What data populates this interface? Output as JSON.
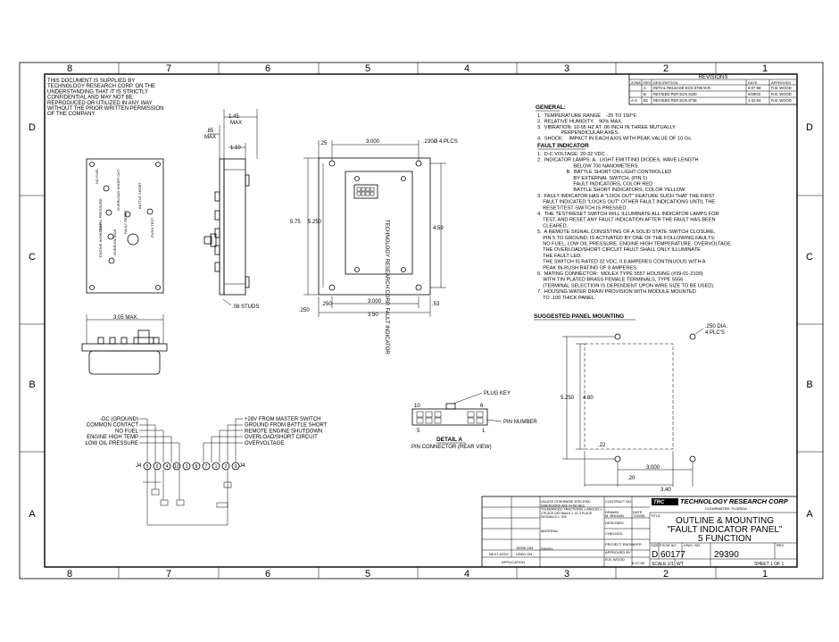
{
  "border": {
    "top_zones": [
      "8",
      "7",
      "6",
      "5",
      "4",
      "3",
      "2",
      "1"
    ],
    "side_zones": [
      "D",
      "C",
      "B",
      "A"
    ]
  },
  "disclaimer": "THIS DOCUMENT IS SUPPLIED BY TECHNOLOGY RESEARCH CORP. ON THE UNDERSTANDING THAT IT IS STRICTLY CONFIDENTIAL AND MAY NOT BE REPRODUCED OR UTILIZED IN ANY WAY WITHOUT THE PRIOR WRITTEN PERMISSION OF THE COMPANY.",
  "revisions": {
    "title": "REVISIONS",
    "headers": [
      "ZONE",
      "REV",
      "DESCRIPTION",
      "DATE",
      "APPROVED"
    ],
    "rows": [
      [
        "",
        "A",
        "INITIAL RELEASE ECN 5795  M.R.",
        "8-07-98",
        "R.B. WOOD"
      ],
      [
        "",
        "B",
        "REVISED PER ECN 6430",
        "9/29/03",
        "R.B. WOOD"
      ],
      [
        "A-3",
        "B1",
        "REVISED PER ECN 6738",
        "1-31-04",
        "R.B. WOOD"
      ]
    ]
  },
  "general": {
    "heading": "GENERAL:",
    "items": [
      "1.  TEMPERATURE RANGE    -25 TO 150°F.",
      "2.  RELATIVE HUMIDITY    90% MAX.",
      "3.  VIBRATION: 10-55 HZ AT .06 INCH IN THREE MUTUALLY",
      "                 PERPENDICULAR AXES.",
      "4.  SHOCK:    IMPACT IN EACH AXIS WITH PEAK VALUE OF 10 Gs."
    ]
  },
  "fault": {
    "heading": "FAULT INDICATOR",
    "items": [
      "1.  D-C VOLTAGE: 20-32 VDC .",
      "2.  INDICATOR LAMPS: A.  LIGHT EMITTING DIODES, WAVE LENGTH",
      "                          BELOW 700 NANOMETERS.",
      "                     B.  BATTLE SHORT ON LIGHT CONTROLLED",
      "                          BY EXTERNAL SWITCH, (PIN 1)",
      "                          FAULT INDICATORS, COLOR RED",
      "                          BATTLE SHORT INDICATORS, COLOR YELLOW",
      "3.  FAULT INDICATOR HAS A \"LOCK OUT\" FEATURE SUCH THAT THE FIRST",
      "    FAULT INDICATED \"LOCKS OUT\" OTHER FAULT INDICATIONS UNTIL THE",
      "    RESET/TEST SWITCH IS PRESSED.",
      "4.  THE TEST/RESET SWITCH WILL ILLUMINATE ALL INDICATOR LAMPS FOR",
      "    TEST, AND RESET ANY FAULT INDICATION AFTER THE FAULT HAS BEEN",
      "    CLEARED.",
      "5.  A REMOTE SIGNAL CONSISTING OF A SOLID STATE SWITCH CLOSURE,",
      "    PIN 5 TO GROUND, IS ACTIVATED BY ONE OF THE FOLLOWING FAULTS:",
      "    NO FUEL, LOW OIL PRESSURE, ENGINE HIGH TEMPERATURE, OVERVOLTAGE.",
      "    THE OVERLOAD/SHORT CIRCUIT FAULT SHALL ONLY ILLUMINATE",
      "    THE FAULT LED.",
      "    THE SWITCH IS RATED 32 VDC, 0.8 AMPERES CONTINUOUS WITH A",
      "    PEAK IN-RUSH RATING OF 8 AMPERES.",
      "6.  MATING CONNECTOR:  MOLEX TYPE 5557 HOUSING (#39-01-2100)",
      "    WITH TIN PLATED BRASS FEMALE TERMINALS, TYPE 5556",
      "    (TERMINAL SELECTION IS DEPENDENT UPON WIRE SIZE TO BE USED).",
      "7.  HOUSING WATER DRAIN PROVISION WITH MODULE MOUNTED",
      "    TO .100 THICK PANEL."
    ]
  },
  "panel_mounting": {
    "heading": "SUGGESTED PANEL MOUNTING",
    "hole_note": ".250 DIA.\n4 PLC'S",
    "dims": [
      "5.250",
      "4.80",
      ".22",
      "3.000",
      ".20",
      "3.40"
    ]
  },
  "views": {
    "side_dims": [
      ".85\nMAX",
      "1.45\nMAX",
      "1.10"
    ],
    "stud_label": ".08 STUDS",
    "rear_dims": [
      ".25",
      "3.000",
      ".230Ø 4 PLCS",
      "5.75",
      "5.250",
      "4.59",
      ".250",
      ".250",
      "3.000",
      ".53",
      "3.50"
    ],
    "bottom_dim": "3.05 MAX.",
    "front_labels": [
      "NO FUEL",
      "OVERLOAD SHORT CKT",
      "BATTLE SHORT",
      "LOW OIL PRESSURE",
      "FAULT RESET",
      "PUSH TEST",
      "ENGINE HIGH TEMP",
      "OVERVOLTAGE"
    ],
    "rear_label": "TECHNOLOGY RESEARCH CORP. FAULT INDICATOR"
  },
  "connector_detail": {
    "plug_key": "PLUG KEY",
    "pin_number": "PIN NUMBER",
    "pins": [
      "10",
      "6",
      "5",
      "1"
    ],
    "title": "DETAIL A",
    "subtitle": "PIN CONNECTOR (REAR VIEW)"
  },
  "wiring": {
    "left_labels": [
      "-DC (GROUND)",
      "COMMON CONTACT",
      "NO FUEL",
      "ENGINE HIGH TEMP",
      "LOW OIL PRESSURE"
    ],
    "right_labels": [
      "+28V FROM MASTER SWITCH",
      "GROUND FROM BATTLE SHORT",
      "REMOTE ENGINE SHUTDOWN",
      "OVERLOAD/SHORT CIRCUIT",
      "OVERVOLTAGE"
    ],
    "pins": [
      "5",
      "6",
      "4",
      "10",
      "3",
      "8",
      "7",
      "1",
      "2",
      "9"
    ],
    "connector": "J4"
  },
  "title_block": {
    "company": "TECHNOLOGY RESEARCH CORP",
    "city": "CLEARWATER, FLORIDA",
    "title_lines": [
      "OUTLINE & MOUNTING",
      "\"FAULT INDICATOR PANEL\"",
      "5 FUNCTION"
    ],
    "size": "D",
    "fscm": "60177",
    "dwg_no": "29390",
    "scale": "SCALE  1/1",
    "sheet": "SHEET  1  OF  1",
    "drawn": "M. BROWN",
    "date": "7/20/98",
    "approved": "R.B. WOOD",
    "approved_date": "8-07-98",
    "next_assy": "NEXT ASSY",
    "used_on": "USED ON",
    "application": "APPLICATION",
    "part_no": "18330-183",
    "tolerance_note": "UNLESS OTHERWISE SPECIFIED DIMENSIONS ARE IN INCHES TOLERANCES: FRACTIONAL ±  ANGLES ±  2 PLACE DECIMALS ± .01 3 PLACE DECIMALS ± .005",
    "labels": {
      "contract_no": "CONTRACT NO.",
      "drawn": "DRAWN",
      "designed": "DESIGNED",
      "checked": "CHECKED",
      "project_engineer": "PROJECT ENGINEER",
      "approved_by": "APPROVED BY",
      "material": "MATERIAL",
      "finish": "FINISH",
      "date": "DATE",
      "title": "TITLE",
      "size": "SIZE",
      "fscm_no": "FSCM NO.",
      "dwg_no": "DWG. NO.",
      "rev": "REV",
      "wt": "WT"
    }
  }
}
